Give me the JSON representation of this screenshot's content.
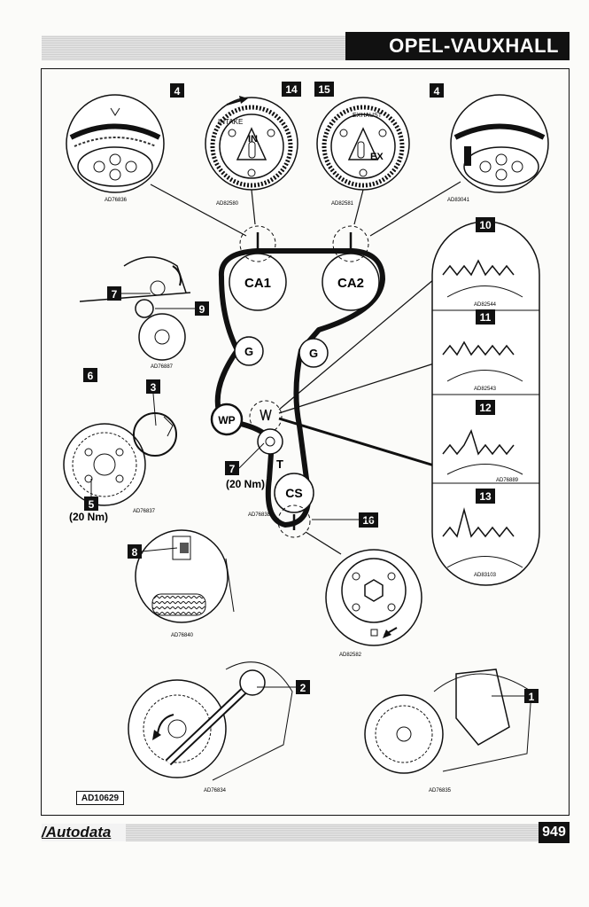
{
  "header": {
    "brand": "OPEL-VAUXHALL"
  },
  "footer": {
    "logo": "/Autodata",
    "page_number": "949"
  },
  "reference": "AD10629",
  "pulleys": {
    "cam_intake": "CA1",
    "cam_exhaust": "CA2",
    "guide": "G",
    "water_pump": "WP",
    "tensioner": "T",
    "crankshaft": "CS"
  },
  "cam_markings": {
    "intake_mark": "INTAKE",
    "intake_short": "IN",
    "exhaust_mark": "EXHAUST",
    "exhaust_short": "EX"
  },
  "callouts": [
    "1",
    "2",
    "3",
    "4",
    "5",
    "6",
    "7",
    "8",
    "9",
    "10",
    "11",
    "12",
    "13",
    "14",
    "15",
    "16"
  ],
  "torques": {
    "tensioner_bolt": "(20 Nm)",
    "pulley_bolt": "(20 Nm)"
  },
  "figure_codes": {
    "cam_left_detail": "AD76836",
    "intake_sprocket": "AD82580",
    "exhaust_sprocket": "AD82581",
    "cam_right_detail": "AD83041",
    "tensioner_detail": "AD76887",
    "crank_pulley": "AD76837",
    "main_layout": "AD76838",
    "idler_detail": "AD76840",
    "crank_sprocket": "AD82582",
    "tooth_10": "AD82544",
    "tooth_11": "AD82543",
    "tooth_12": "AD76889",
    "tooth_13": "AD83103",
    "wrench_lower_left": "AD76834",
    "bracket_lower_right": "AD76835"
  }
}
